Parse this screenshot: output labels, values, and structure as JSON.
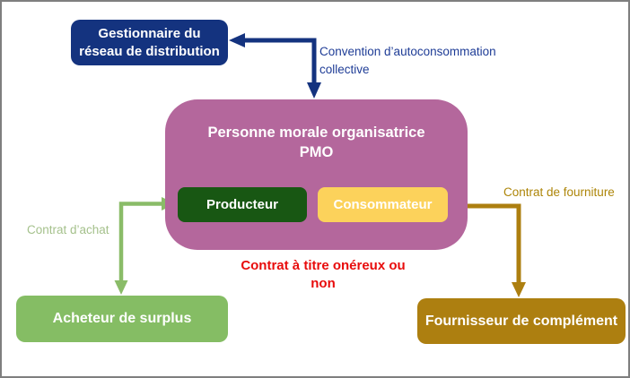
{
  "diagram": {
    "type": "flow-diagram",
    "topic": "Autoconsommation collective (collective self-consumption scheme)",
    "nodes": {
      "grid_operator": {
        "label_line1": "Gestionnaire du",
        "label_line2": "réseau de distribution",
        "color": "#14337f"
      },
      "pmo": {
        "title_line1": "Personne morale organisatrice",
        "title_line2": "PMO",
        "color": "#b4679c"
      },
      "producer": {
        "label": "Producteur",
        "color": "#185713"
      },
      "consumer": {
        "label": "Consommateur",
        "color": "#fcd25b"
      },
      "surplus_buyer": {
        "label": "Acheteur de surplus",
        "color": "#85bd64"
      },
      "supplier": {
        "label": "Fournisseur de complément",
        "color": "#ad7f10"
      }
    },
    "edges": {
      "convention": {
        "label_line1": "Convention d’autoconsommation",
        "label_line2": "collective",
        "between": [
          "pmo",
          "grid_operator"
        ],
        "color": "#14337f",
        "label_color": "#1e3c96",
        "double_headed": true
      },
      "purchase_contract": {
        "label": "Contrat d’achat",
        "between": [
          "producer",
          "surplus_buyer"
        ],
        "color": "#8abc68",
        "label_color": "#a5c18c",
        "double_headed": true
      },
      "supply_contract": {
        "label": "Contrat de fourniture",
        "between": [
          "consumer",
          "supplier"
        ],
        "color": "#ad7f10",
        "label_color": "#ad8508",
        "double_headed": true
      },
      "onerous_contract": {
        "label": "Contrat à titre onéreux ou non",
        "between": [
          "producer",
          "consumer"
        ],
        "color": "#e80c0c",
        "label_color": "#e80c0c",
        "double_headed": true
      }
    },
    "frame_border_color": "#7f7f7f",
    "background_color": "#ffffff"
  }
}
